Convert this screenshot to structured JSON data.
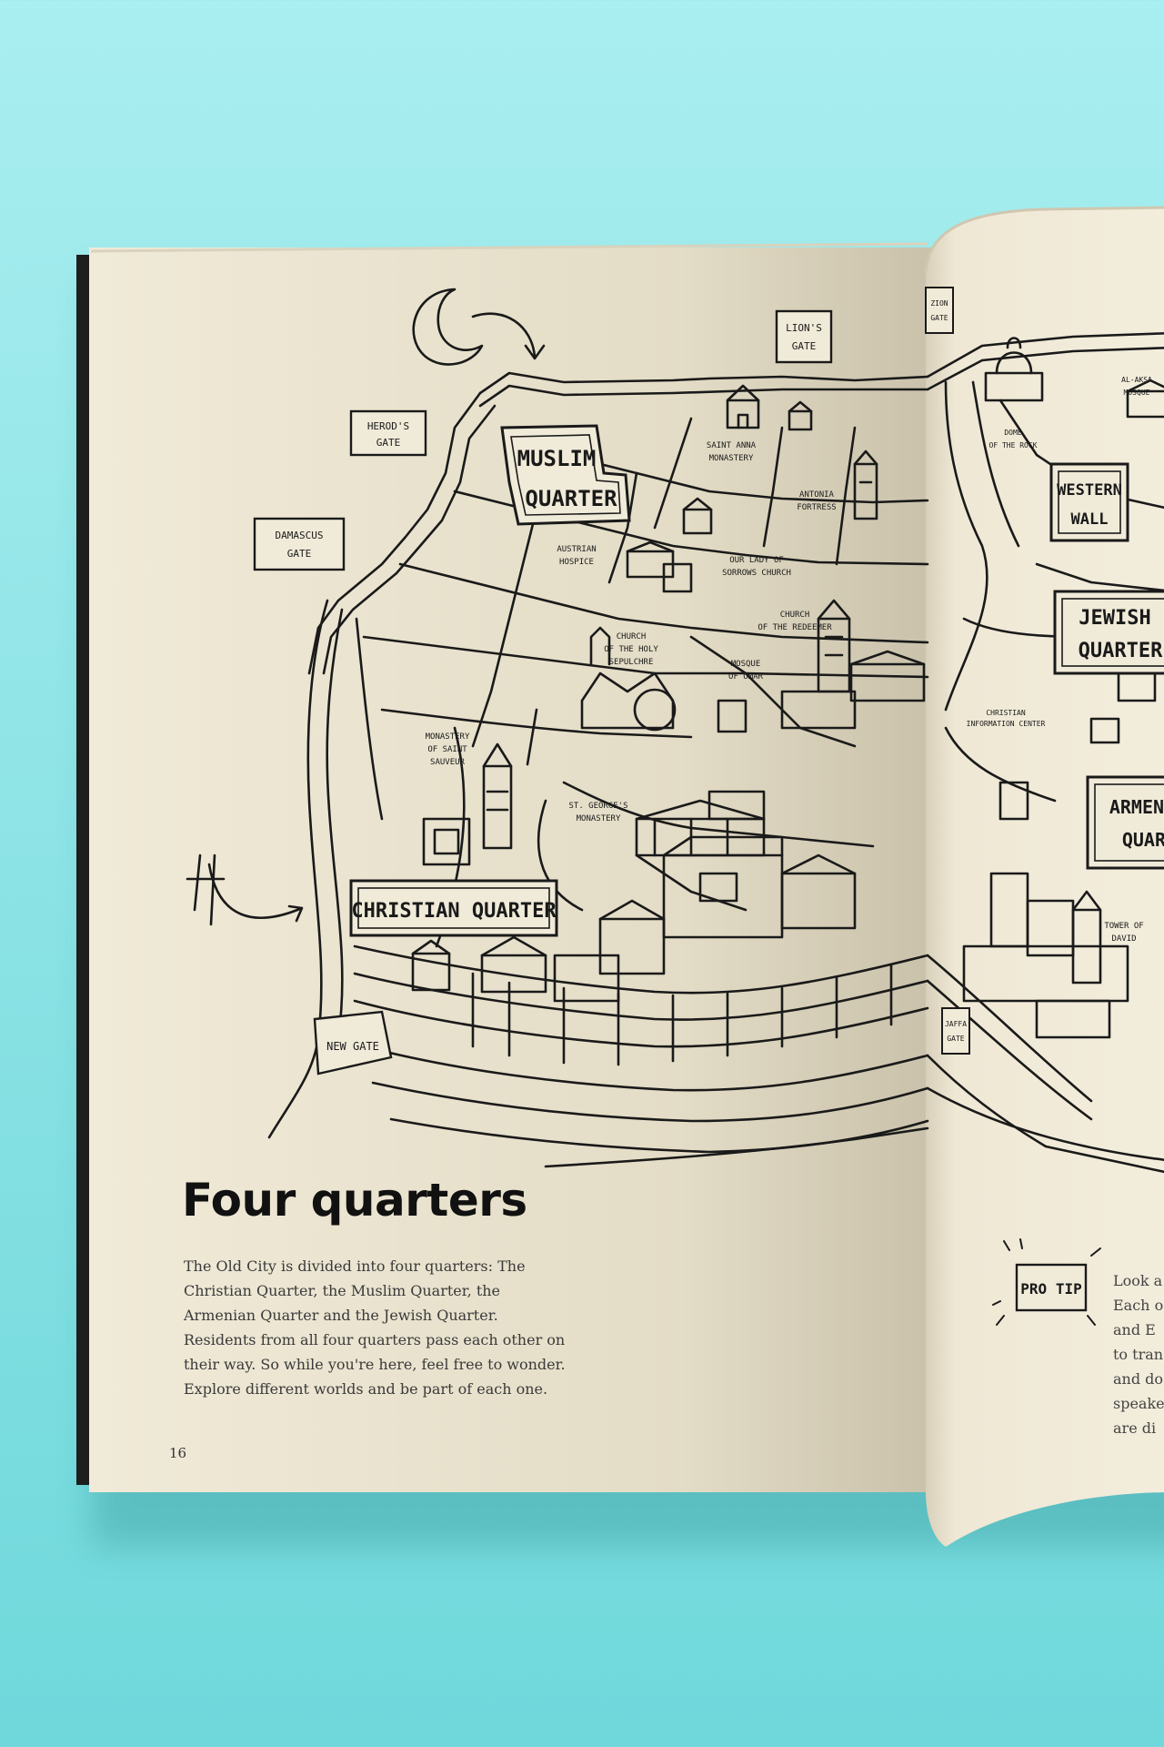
{
  "book": {
    "left_page": {
      "heading": "Four quarters",
      "body": "The Old City is divided into four quarters: The Christian Quarter, the Muslim Quarter, the Armenian Quarter and the Jewish Quarter. Residents from all four quarters pass each other on their way. So while you're here, feel free to wonder. Explore different worlds and be part of each one.",
      "page_number": "16"
    },
    "map": {
      "labels": {
        "lions_gate": [
          "LION'S",
          "GATE"
        ],
        "herods_gate": [
          "HEROD'S",
          "GATE"
        ],
        "damascus_gate": [
          "DAMASCUS",
          "GATE"
        ],
        "new_gate": "NEW GATE",
        "jaffa_gate": [
          "JAFFA",
          "GATE"
        ],
        "zion_gate": [
          "ZION",
          "GATE"
        ],
        "muslim_quarter": [
          "MUSLIM",
          "QUARTER"
        ],
        "christian_quarter": "CHRISTIAN QUARTER",
        "jewish_quarter": [
          "JEWISH",
          "QUARTER"
        ],
        "armenian_quarter": [
          "ARMENIAN",
          "QUARTER"
        ],
        "western_wall": [
          "WESTERN",
          "WALL"
        ],
        "saint_anna": [
          "SAINT ANNA",
          "MONASTERY"
        ],
        "antonia": [
          "ANTONIA",
          "FORTRESS"
        ],
        "austrian_hospice": [
          "AUSTRIAN",
          "HOSPICE"
        ],
        "our_lady": [
          "OUR LADY OF",
          "SORROWS CHURCH"
        ],
        "holy_sepulchre": [
          "CHURCH",
          "OF THE HOLY",
          "SEPULCHRE"
        ],
        "redeemer": [
          "CHURCH",
          "OF THE REDEEMER"
        ],
        "mosque_omar": [
          "MOSQUE",
          "OF OMAR"
        ],
        "saint_sauveur": [
          "MONASTERY",
          "OF SAINT",
          "SAUVEUR"
        ],
        "st_georges": [
          "ST. GEORGE'S",
          "MONASTERY"
        ],
        "dome_rock": [
          "DOME",
          "OF THE ROCK"
        ],
        "al_aqsa": [
          "AL-AKSA",
          "MOSQUE"
        ],
        "tower_david": [
          "TOWER OF",
          "DAVID"
        ],
        "christian_info": [
          "CHRISTIAN",
          "INFORMATION CENTER"
        ]
      }
    },
    "right_page": {
      "pro_tip": "PRO TIP",
      "text_lines": [
        "Look a",
        "Each o",
        "and E",
        "to tran",
        "and do",
        "speake",
        "are di"
      ]
    }
  },
  "colors": {
    "background_top": "#a9eef0",
    "background_bottom": "#6fd8db",
    "paper": "#f0ead8",
    "ink": "#1a1a1a"
  }
}
